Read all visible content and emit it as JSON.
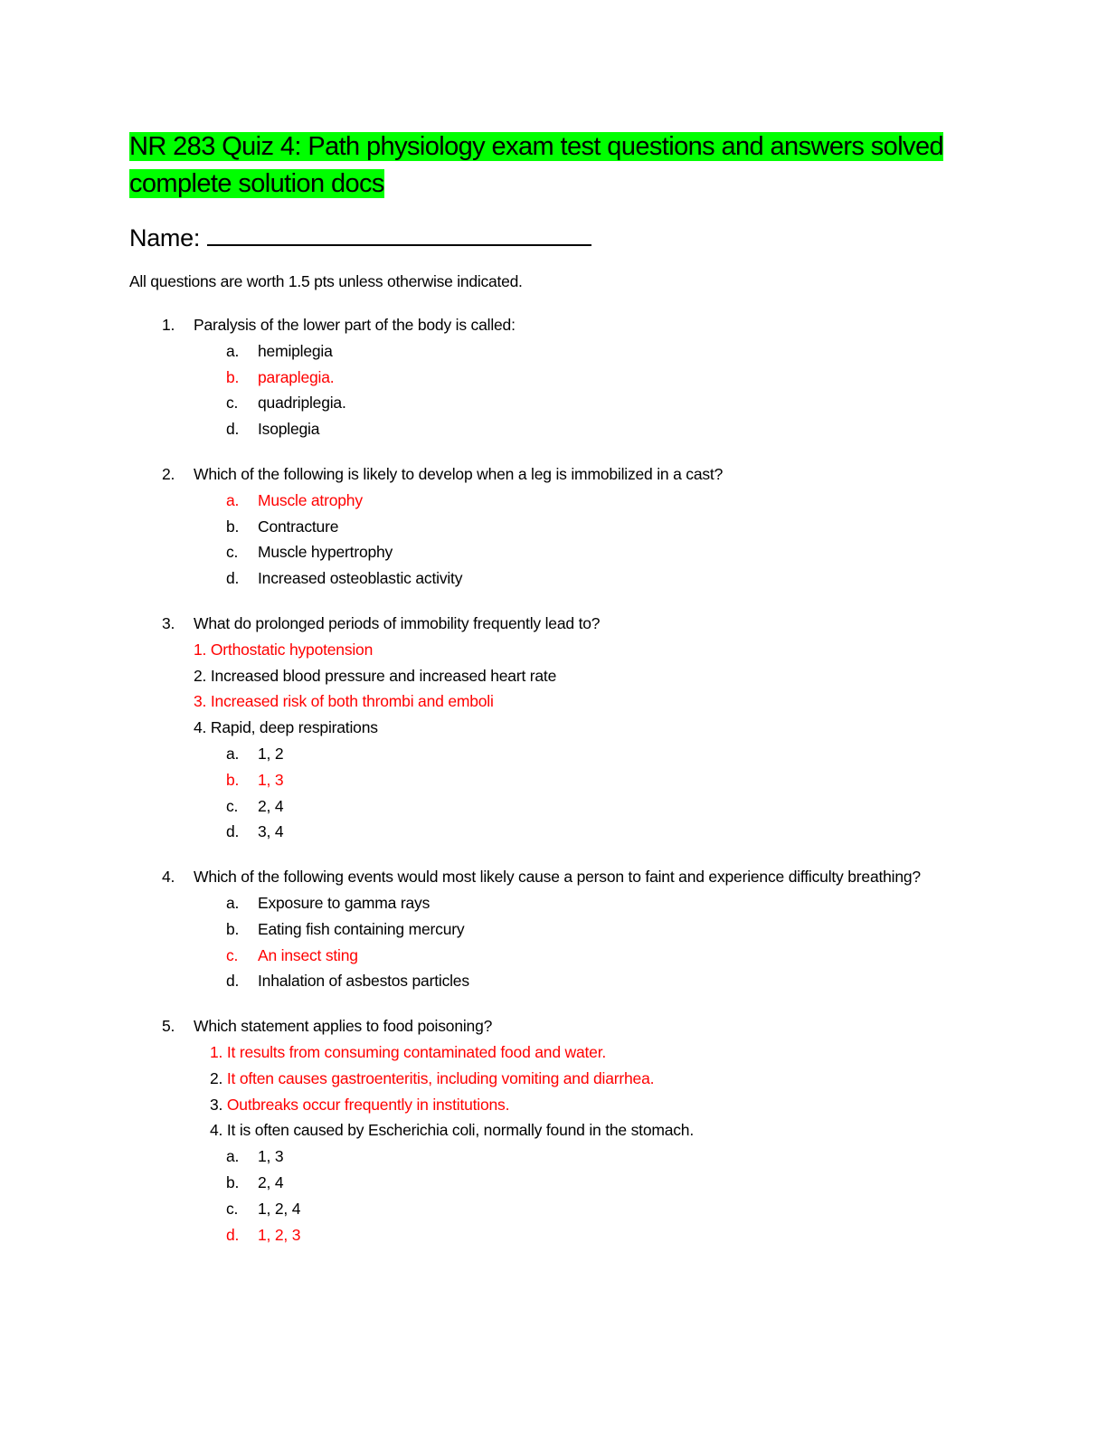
{
  "title": {
    "part1": "NR 283",
    "part2": " Quiz 4: Path physiology  exam test questions and answers solved complete solution docs"
  },
  "name_label": "Name:",
  "intro": "All questions are worth 1.5 pts unless otherwise indicated.",
  "colors": {
    "highlight": "#00ff00",
    "answer": "#ff0000"
  },
  "questions": [
    {
      "number": "1.",
      "text": "Paralysis of the lower part of the body is called:",
      "statements": [],
      "options": [
        {
          "letter": "a.",
          "text": "hemiplegia",
          "correct": false
        },
        {
          "letter": "b.",
          "text": "paraplegia.",
          "correct": true
        },
        {
          "letter": "c.",
          "text": "quadriplegia.",
          "correct": false
        },
        {
          "letter": "d.",
          "text": "Isoplegia",
          "correct": false
        }
      ]
    },
    {
      "number": "2.",
      "text": "Which of the following is likely to develop when a leg is immobilized in a cast?",
      "statements": [],
      "options": [
        {
          "letter": "a.",
          "text": "Muscle atrophy",
          "correct": true
        },
        {
          "letter": "b.",
          "text": "Contracture",
          "correct": false
        },
        {
          "letter": "c.",
          "text": "Muscle hypertrophy",
          "correct": false
        },
        {
          "letter": "d.",
          "text": "Increased osteoblastic activity",
          "correct": false
        }
      ]
    },
    {
      "number": "3.",
      "text": "What do prolonged periods of immobility frequently lead to?",
      "deep": false,
      "statements": [
        {
          "num": "1.",
          "text": "Orthostatic hypotension",
          "highlight": "all"
        },
        {
          "num": "2.",
          "text": "Increased blood pressure and increased heart rate",
          "highlight": "none"
        },
        {
          "num": "3.",
          "text": "Increased risk of both thrombi and emboli",
          "highlight": "all"
        },
        {
          "num": "4.",
          "text": "Rapid, deep respirations",
          "highlight": "none"
        }
      ],
      "options": [
        {
          "letter": "a.",
          "text": "1, 2",
          "correct": false
        },
        {
          "letter": "b.",
          "text": "1, 3",
          "correct": true
        },
        {
          "letter": "c.",
          "text": "2, 4",
          "correct": false
        },
        {
          "letter": "d.",
          "text": "3, 4",
          "correct": false
        }
      ]
    },
    {
      "number": "4.",
      "text": "Which of the following events would most likely cause a person to faint and experience difficulty breathing?",
      "statements": [],
      "options": [
        {
          "letter": "a.",
          "text": "Exposure to gamma rays",
          "correct": false
        },
        {
          "letter": "b.",
          "text": "Eating fish containing mercury",
          "correct": false
        },
        {
          "letter": "c.",
          "text": "An insect sting",
          "correct": true
        },
        {
          "letter": "d.",
          "text": "Inhalation of asbestos particles",
          "correct": false
        }
      ]
    },
    {
      "number": "5.",
      "text": "Which statement applies to food poisoning?",
      "deep": true,
      "statements": [
        {
          "num": "1.",
          "text": "It results from consuming contaminated food and water.",
          "highlight": "all"
        },
        {
          "num": "2.",
          "text": "It often causes gastroenteritis, including vomiting and diarrhea.",
          "highlight": "text"
        },
        {
          "num": "3.",
          "text": "Outbreaks occur frequently in institutions.",
          "highlight": "text"
        },
        {
          "num": "4.",
          "text": "It is often caused by Escherichia coli, normally found in the stomach.",
          "highlight": "none"
        }
      ],
      "options": [
        {
          "letter": "a.",
          "text": "1, 3",
          "correct": false
        },
        {
          "letter": "b.",
          "text": "2, 4",
          "correct": false
        },
        {
          "letter": "c.",
          "text": "1, 2, 4",
          "correct": false
        },
        {
          "letter": "d.",
          "text": "1, 2, 3",
          "correct": true
        }
      ]
    }
  ]
}
